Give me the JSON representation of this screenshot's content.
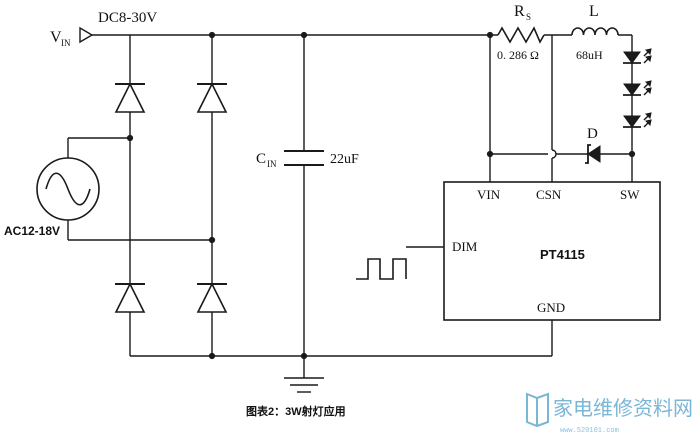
{
  "labels": {
    "vin_main": "V",
    "vin_sub": "IN",
    "supply": "DC8-30V",
    "ac_source": "AC12-18V",
    "cin_main": "C",
    "cin_sub": "IN",
    "cin_value": "22uF",
    "rs_main": "R",
    "rs_sub": "S",
    "rs_value": "0. 286 Ω",
    "inductor_name": "L",
    "inductor_value": "68uH",
    "diode_name": "D",
    "ic_name": "PT4115",
    "pin_vin": "VIN",
    "pin_csn": "CSN",
    "pin_sw": "SW",
    "pin_dim": "DIM",
    "pin_gnd": "GND"
  },
  "caption": "图表2：3W射灯应用",
  "watermark": {
    "text": "家电维修资料网",
    "url": "www.520101.com"
  }
}
